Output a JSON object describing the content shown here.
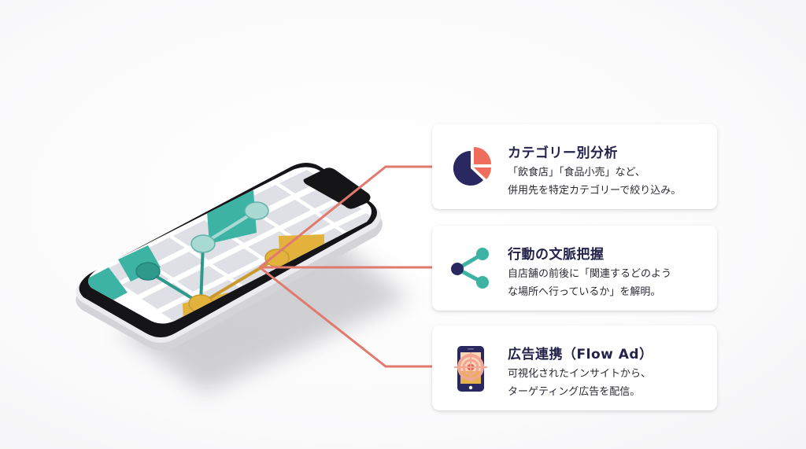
{
  "colors": {
    "navy": "#2a2860",
    "coral": "#ef6d5c",
    "teal": "#3db3a3",
    "teal_light": "#a8d9d3",
    "mustard": "#e3b23c",
    "connector": "#e07a6f",
    "map_block": "#dfe0e6",
    "map_road": "#ffffff"
  },
  "illustration": {
    "name": "smartphone-map",
    "description": "Isometric smartphone showing a map with route nodes"
  },
  "cards": [
    {
      "icon": "pie-chart-icon",
      "title": "カテゴリー別分析",
      "lines": [
        "「飲食店」「食品小売」など、",
        "併用先を特定カテゴリーで絞り込み。"
      ]
    },
    {
      "icon": "share-network-icon",
      "title": "行動の文脈把握",
      "lines": [
        "自店舗の前後に「関連するどのよう",
        "な場所へ行っているか」を解明。"
      ]
    },
    {
      "icon": "phone-target-icon",
      "title": "広告連携（Flow Ad）",
      "lines": [
        "可視化されたインサイトから、",
        "ターゲティング広告を配信。"
      ]
    }
  ]
}
